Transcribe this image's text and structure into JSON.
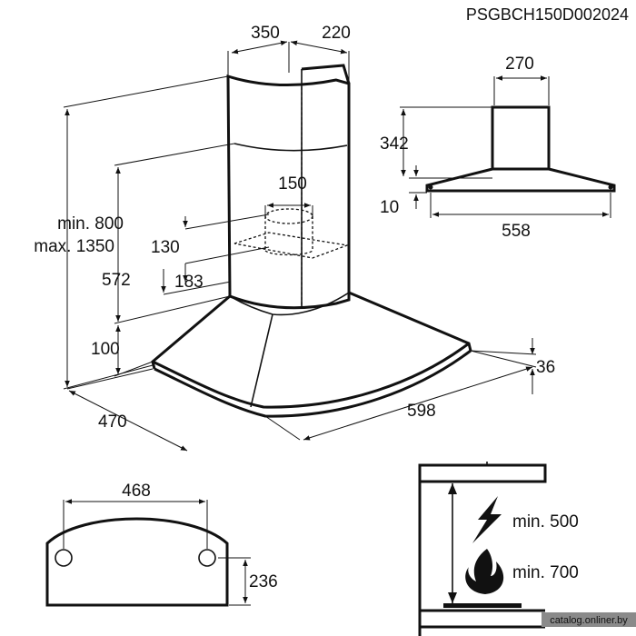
{
  "document": {
    "code": "PSGBCH150D002024",
    "watermark": "catalog.onliner.by"
  },
  "main_view": {
    "chimney_front_width": "350",
    "chimney_side_depth": "220",
    "outlet_diameter": "150",
    "height_range_min": "min. 800",
    "height_range_max": "max. 1350",
    "duct_height": "572",
    "outlet_offset": "130",
    "outlet_height": "183",
    "canopy_height": "100",
    "depth": "470",
    "width": "598",
    "edge_height": "36"
  },
  "side_view": {
    "chimney_width": "270",
    "chimney_height": "342",
    "rim_height": "10",
    "base_width": "558"
  },
  "bottom_view": {
    "hole_spacing": "468",
    "hole_height": "236"
  },
  "clearance_view": {
    "electric_icon": "lightning-bolt",
    "gas_icon": "flame",
    "electric_min": "min. 500",
    "gas_min": "min. 700"
  }
}
